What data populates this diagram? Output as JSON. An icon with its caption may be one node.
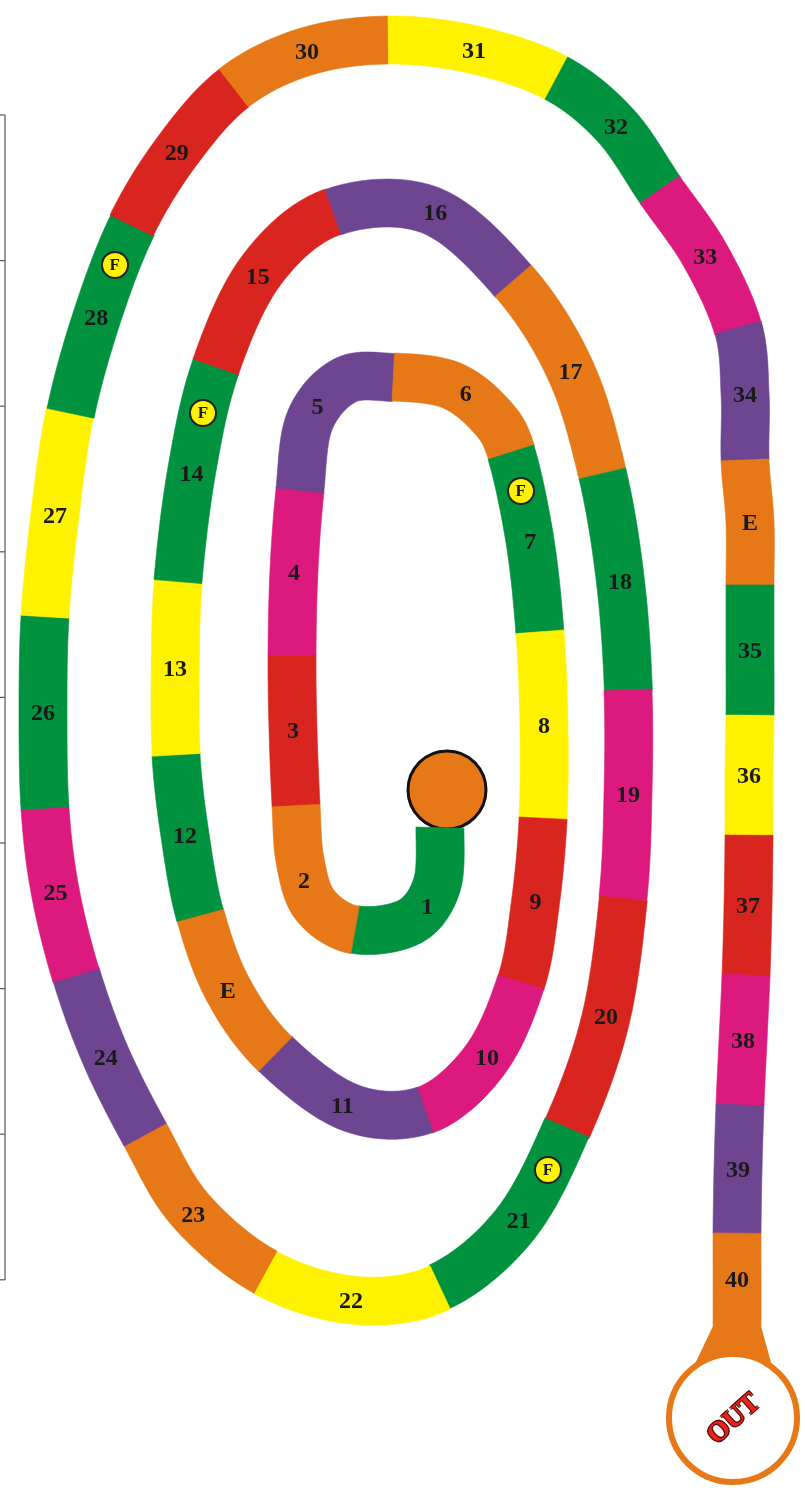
{
  "diagram": {
    "nodes": [
      {
        "text": [],
        "shape": "circle"
      },
      {
        "text": [
          "1"
        ]
      },
      {
        "text": [
          "2"
        ]
      },
      {
        "text": [
          "3"
        ]
      },
      {
        "text": [
          "4"
        ]
      },
      {
        "text": [
          "5"
        ]
      },
      {
        "text": [
          "6"
        ]
      },
      {
        "text": [
          "7"
        ]
      },
      {
        "text": [
          "F"
        ],
        "in": 7
      },
      {
        "text": [
          "8"
        ]
      },
      {
        "text": [
          "9"
        ]
      },
      {
        "text": [
          "10"
        ]
      },
      {
        "text": [
          "11"
        ]
      },
      {
        "text": [
          "E"
        ]
      },
      {
        "text": [
          "12"
        ]
      },
      {
        "text": [
          "13"
        ]
      },
      {
        "text": [
          "14"
        ]
      },
      {
        "text": [
          "F"
        ],
        "in": 16
      },
      {
        "text": [
          "15"
        ]
      },
      {
        "text": [
          "16"
        ]
      },
      {
        "text": [
          "17"
        ]
      },
      {
        "text": [
          "18"
        ]
      },
      {
        "text": [
          "19"
        ]
      },
      {
        "text": [
          "20"
        ]
      },
      {
        "text": [
          "21"
        ]
      },
      {
        "text": [
          "F"
        ],
        "in": 24
      },
      {
        "text": [
          "22"
        ]
      },
      {
        "text": [
          "23"
        ]
      },
      {
        "text": [
          "24"
        ]
      },
      {
        "text": [
          "25"
        ]
      },
      {
        "text": [
          "26"
        ]
      },
      {
        "text": [
          "27"
        ]
      },
      {
        "text": [
          "28"
        ]
      },
      {
        "text": [
          "F"
        ],
        "in": 32
      },
      {
        "text": [
          "29"
        ]
      },
      {
        "text": [
          "30"
        ]
      },
      {
        "text": [
          "31"
        ]
      },
      {
        "text": [
          "32"
        ]
      },
      {
        "text": [
          "33"
        ]
      },
      {
        "text": [
          "34"
        ]
      },
      {
        "text": [
          "E"
        ]
      },
      {
        "text": [
          "35"
        ]
      },
      {
        "text": [
          "36"
        ]
      },
      {
        "text": [
          "37"
        ]
      },
      {
        "text": [
          "38"
        ]
      },
      {
        "text": [
          "39"
        ]
      },
      {
        "text": [
          "40"
        ]
      },
      {
        "text": [
          "OUT"
        ]
      }
    ]
  }
}
